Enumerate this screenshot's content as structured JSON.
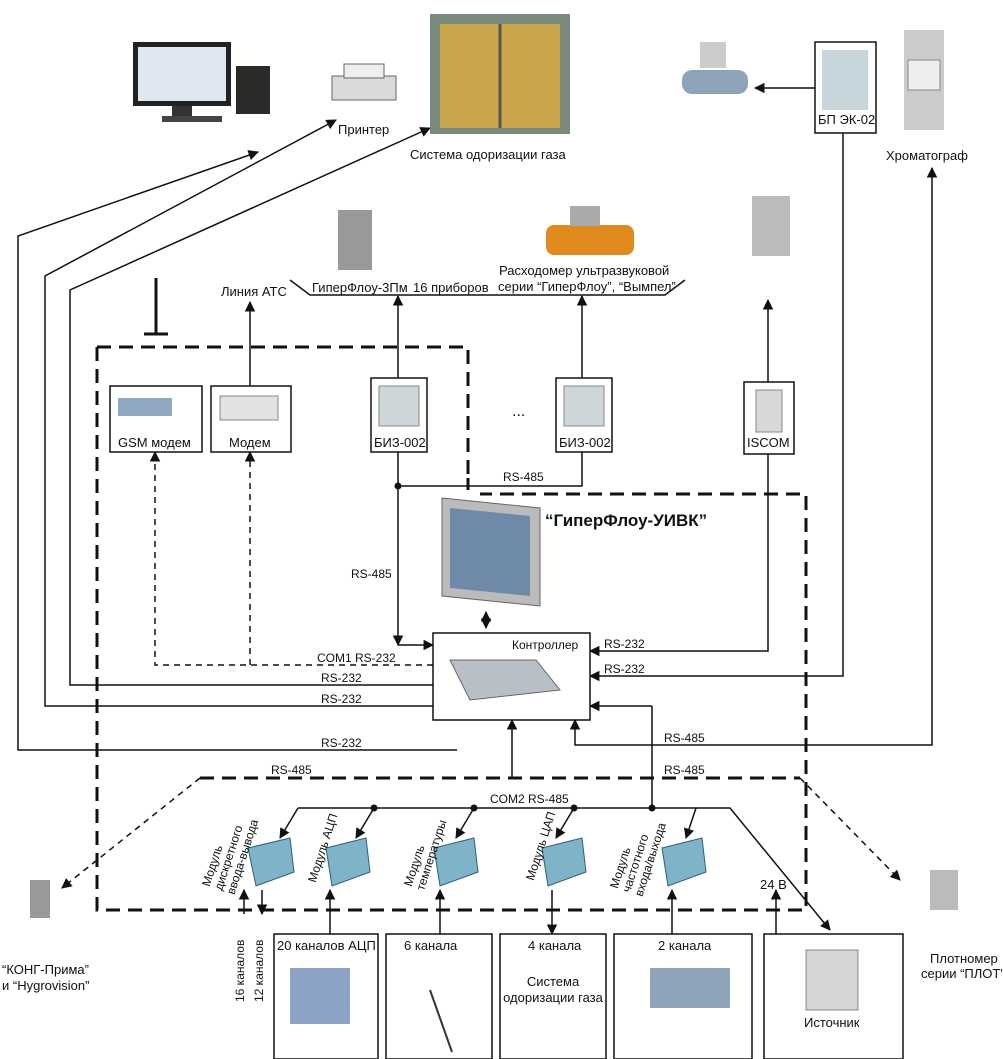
{
  "title": "“ГиперФлоу-УИВК”",
  "top": {
    "printer": "Принтер",
    "odorization": "Система одоризации газа",
    "bp": "БП ЭК-02",
    "chromatograph": "Хроматограф",
    "ats_line": "Линия АТС",
    "hyperflow_3pm": "ГиперФлоу-3Пм",
    "devices_count": "16 приборов",
    "ultrasonic_1": "Расходомер ультразвуковой",
    "ultrasonic_2": "серии “ГиперФлоу”, “Вымпел”"
  },
  "devices": {
    "gsm": "GSM модем",
    "modem": "Модем",
    "biz1": "БИЗ-002",
    "biz2": "БИЗ-002",
    "iscom": "ISCOM",
    "ellipsis": "...",
    "controller": "Контроллер"
  },
  "links": {
    "rs485_top": "RS-485",
    "rs485_left": "RS-485",
    "com1": "COM1 RS-232",
    "rs232_a": "RS-232",
    "rs232_b": "RS-232",
    "rs232_c": "RS-232",
    "rs232_iscom": "RS-232",
    "rs232_bp": "RS-232",
    "rs485_chrom": "RS-485",
    "rs485_bottom_left": "RS-485",
    "rs485_bottom_right": "RS-485",
    "com2": "COM2 RS-485"
  },
  "modules": {
    "dio": "Модуль дискретного ввода-вывода",
    "adc": "Модуль АЦП",
    "temp": "Модуль температуры",
    "dac": "Модуль ЦАП",
    "freq": "Модуль частотного входа/выхода"
  },
  "bottom": {
    "ch16": "16 каналов",
    "ch12": "12 каналов",
    "adc20": "20 каналов АЦП",
    "temp_ch": "6 канала",
    "dac_ch": "4 канала",
    "dac_sys1": "Система",
    "dac_sys2": "одоризации газа",
    "freq_ch": "2 канала",
    "v24": "24 В",
    "source": "Источник",
    "kong1": "“КОНГ-Прима”",
    "kong2": "и “Hygrovision”",
    "plot1": "Плотномер",
    "plot2": "серии “ПЛОТ”"
  },
  "colors": {
    "line": "#111111",
    "device": "#b8c4cc",
    "pipe": "#e08a1e"
  }
}
